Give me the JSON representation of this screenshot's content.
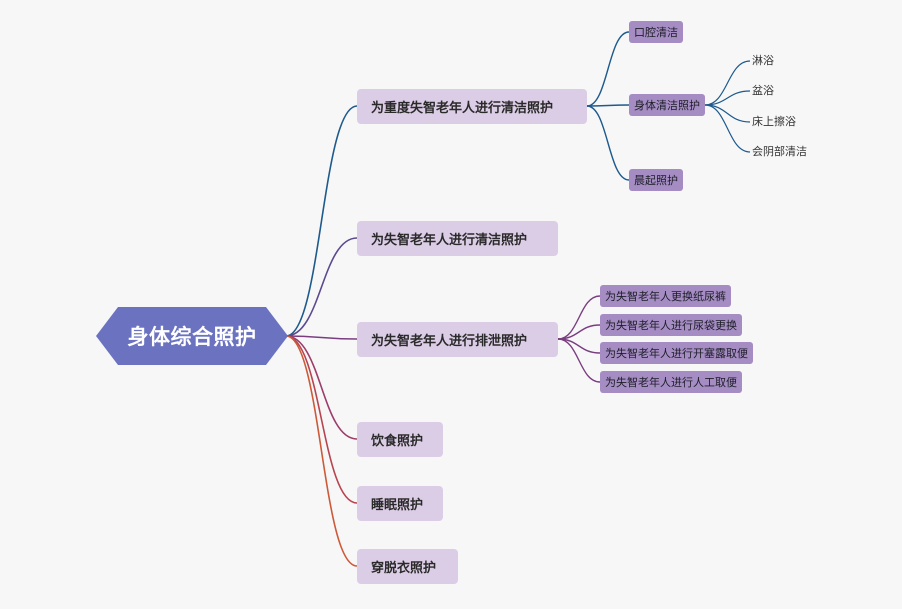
{
  "root": {
    "label": "身体综合照护",
    "color": "#6b73c1"
  },
  "branches": [
    {
      "label": "为重度失智老年人进行清洁照护",
      "color": "#1e5a8c",
      "children": [
        {
          "label": "口腔清洁",
          "children": []
        },
        {
          "label": "身体清洁照护",
          "children": [
            {
              "label": "淋浴"
            },
            {
              "label": "盆浴"
            },
            {
              "label": "床上擦浴"
            },
            {
              "label": "会阴部清洁"
            }
          ]
        },
        {
          "label": "晨起照护",
          "children": []
        }
      ]
    },
    {
      "label": "为失智老年人进行清洁照护",
      "color": "#5b4a8e",
      "children": []
    },
    {
      "label": "为失智老年人进行排泄照护",
      "color": "#7a3e80",
      "children": [
        {
          "label": "为失智老年人更换纸尿裤",
          "children": []
        },
        {
          "label": "为失智老年人进行尿袋更换",
          "children": []
        },
        {
          "label": "为失智老年人进行开塞露取便",
          "children": []
        },
        {
          "label": "为失智老年人进行人工取便",
          "children": []
        }
      ]
    },
    {
      "label": "饮食照护",
      "color": "#9c3d6a",
      "children": []
    },
    {
      "label": "睡眠照护",
      "color": "#b8444f",
      "children": []
    },
    {
      "label": "穿脱衣照护",
      "color": "#cc5a38",
      "children": []
    }
  ]
}
